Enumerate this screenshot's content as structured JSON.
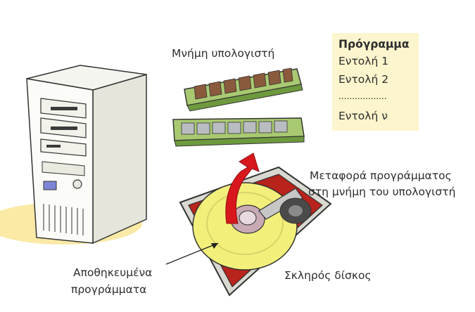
{
  "labels": {
    "memory": "Μνήμη υπολογιστή",
    "transfer_line1": "Μεταφορά προγράμματος",
    "transfer_line2": "στη μνήμη του υπολογιστή",
    "hard_disk": "Σκληρός δίσκος",
    "stored_line1": "Αποθηκευμένα",
    "stored_line2": "προγράμματα"
  },
  "program": {
    "title": "Πρόγραμμα",
    "lines": [
      "Εντολή 1",
      "Εντολή 2",
      "..................",
      "Εντολή ν"
    ]
  },
  "colors": {
    "program_box_bg": "#fcf5cd",
    "arrow": "#d8171c",
    "memory_board": "#a9c971",
    "disk_platter": "#f2f07a",
    "case": "#fafaf5",
    "floor_shadow": "#fbe9a6"
  }
}
